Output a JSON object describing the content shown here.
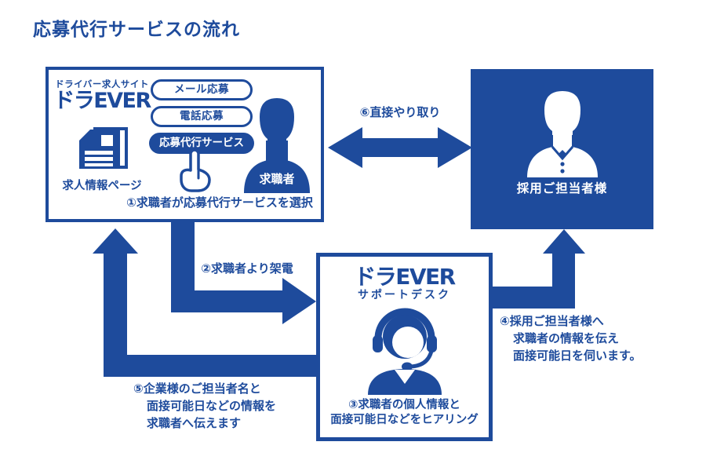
{
  "title": "応募代行サービスの流れ",
  "colors": {
    "primary_blue": "#1e4b9c",
    "background": "#ffffff",
    "text_on_blue": "#ffffff"
  },
  "job_site_box": {
    "site_label": "ドライバー求人サイト",
    "logo": "ドラEVER",
    "buttons": [
      {
        "label": "メール応募",
        "style": "outline"
      },
      {
        "label": "電話応募",
        "style": "outline"
      },
      {
        "label": "応募代行サービス",
        "style": "filled"
      }
    ],
    "document_label": "求人情報ページ",
    "person_label": "求職者",
    "caption": "①求職者が応募代行サービスを選択"
  },
  "recruiter_box": {
    "label": "採用ご担当者様"
  },
  "support_box": {
    "logo": "ドラEVER",
    "subtitle": "サポートデスク",
    "caption_lines": [
      "③求職者の個人情報と",
      "面接可能日などをヒアリング"
    ]
  },
  "arrows": {
    "step2_label": "②求職者より架電",
    "step4_lines": [
      "④採用ご担当者様へ",
      "求職者の情報を伝え",
      "面接可能日を伺います。"
    ],
    "step5_lines": [
      "⑤企業様のご担当者名と",
      "面接可能日などの情報を",
      "求職者へ伝えます"
    ],
    "step6_label": "⑥直接やり取り"
  }
}
